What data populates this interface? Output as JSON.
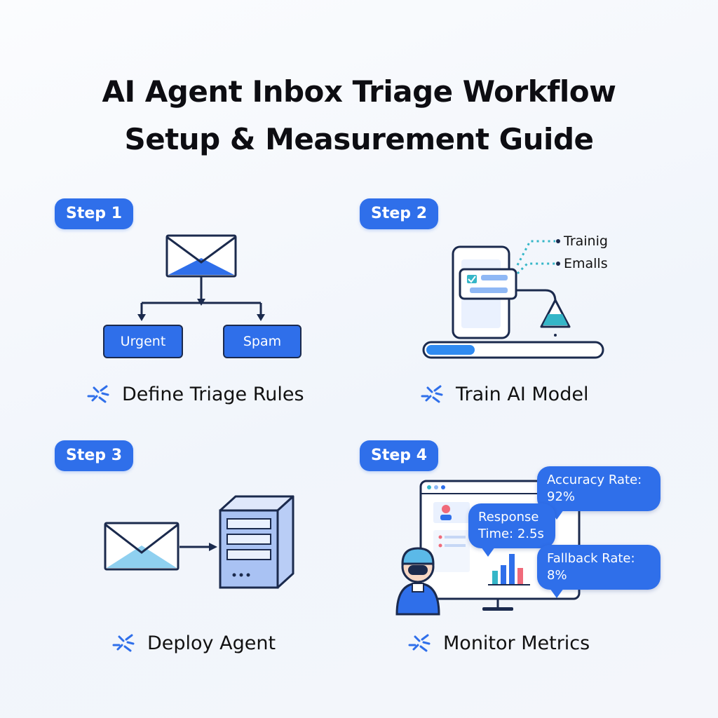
{
  "header": {
    "line1": "AI Agent Inbox Triage Workflow",
    "line2": "Setup & Measurement Guide"
  },
  "steps": [
    {
      "label": "Step 1",
      "caption": "Define Triage Rules",
      "categories": [
        "Urgent",
        "Spam"
      ]
    },
    {
      "label": "Step 2",
      "caption": "Train AI Model",
      "notes": [
        "Trainig",
        "Emalls"
      ],
      "progress": 0.28
    },
    {
      "label": "Step 3",
      "caption": "Deploy Agent"
    },
    {
      "label": "Step 4",
      "caption": "Monitor Metrics",
      "metrics": [
        {
          "label": "Accuracy Rate:",
          "value": "92%"
        },
        {
          "label": "Response",
          "value": "Time: 2.5s"
        },
        {
          "label": "Fallback Rate:",
          "value": "8%"
        }
      ]
    }
  ],
  "colors": {
    "accent": "#2f6fea",
    "ink": "#1b2a4d",
    "light": "#8fb8f5",
    "teal": "#35b6c8"
  },
  "icons": [
    "envelope-icon",
    "sparkle-icon",
    "server-icon",
    "monitor-icon",
    "phone-icon",
    "flask-icon",
    "avatar-icon",
    "bar-chart-icon"
  ]
}
